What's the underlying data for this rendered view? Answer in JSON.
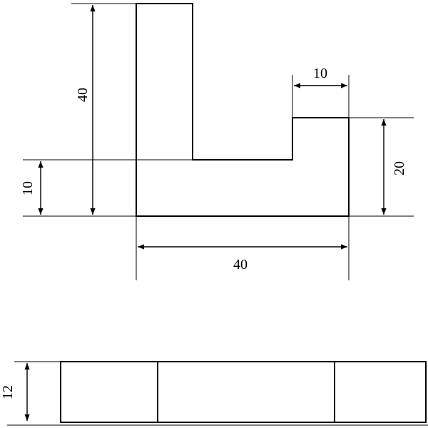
{
  "dimensions": {
    "top_width": "10",
    "right_height": "20",
    "bottom_width": "40",
    "overall_height": "40",
    "base_height": "10",
    "thickness": "12"
  }
}
